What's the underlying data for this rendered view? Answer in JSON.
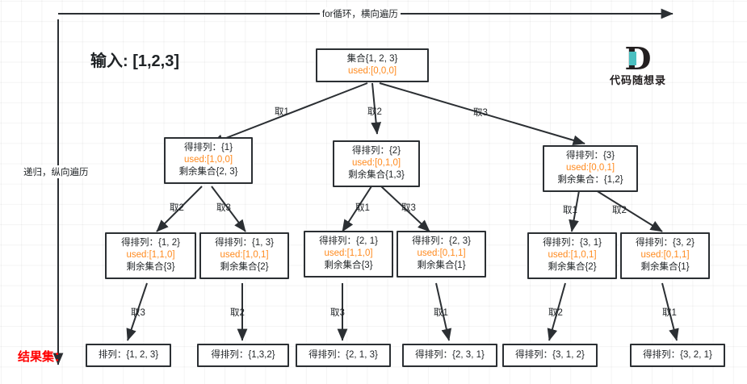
{
  "axes": {
    "horizontal_label": "for循环，横向遍历",
    "vertical_label": "递归，纵向遍历"
  },
  "input_label": "输入: [1,2,3]",
  "result_label": "结果集：",
  "logo": {
    "mark": "D",
    "caption": "代码随想录",
    "accent_color": "#4bbfc0"
  },
  "colors": {
    "used_text": "#ff8a1e",
    "result_text": "#ff0000",
    "box_border": "#2b2f33"
  },
  "tree": {
    "root": {
      "line1": "集合{1, 2, 3}",
      "line2": "used:[0,0,0]"
    },
    "level1": [
      {
        "line1": "得排列：{1}",
        "line2": "used:[1,0,0]",
        "line3": "剩余集合{2, 3}"
      },
      {
        "line1": "得排列：{2}",
        "line2": "used:[0,1,0]",
        "line3": "剩余集合{1,3}"
      },
      {
        "line1": "得排列：{3}",
        "line2": "used:[0,0,1]",
        "line3": "剩余集合：{1,2}"
      }
    ],
    "level2": [
      {
        "line1": "得排列：{1, 2}",
        "line2": "used:[1,1,0]",
        "line3": "剩余集合{3}"
      },
      {
        "line1": "得排列：{1, 3}",
        "line2": "used:[1,0,1]",
        "line3": "剩余集合{2}"
      },
      {
        "line1": "得排列：{2, 1}",
        "line2": "used:[1,1,0]",
        "line3": "剩余集合{3}"
      },
      {
        "line1": "得排列：{2, 3}",
        "line2": "used:[0,1,1]",
        "line3": "剩余集合{1}"
      },
      {
        "line1": "得排列：{3, 1}",
        "line2": "used:[1,0,1]",
        "line3": "剩余集合{2}"
      },
      {
        "line1": "得排列：{3, 2}",
        "line2": "used:[0,1,1]",
        "line3": "剩余集合{1}"
      }
    ],
    "leaves": [
      {
        "text": "排列：{1, 2, 3}"
      },
      {
        "text": "得排列：{1,3,2}"
      },
      {
        "text": "得排列：{2, 1, 3}"
      },
      {
        "text": "得排列：{2, 3, 1}"
      },
      {
        "text": "得排列：{3, 1, 2}"
      },
      {
        "text": "得排列：{3, 2, 1}"
      }
    ],
    "edge_labels_l0_l1": [
      "取1",
      "取2",
      "取3"
    ],
    "edge_labels_l1_l2": [
      "取2",
      "取3",
      "取1",
      "取3",
      "取1",
      "取2"
    ],
    "edge_labels_l2_leaf": [
      "取3",
      "取2",
      "取3",
      "取1",
      "取2",
      "取1"
    ]
  }
}
